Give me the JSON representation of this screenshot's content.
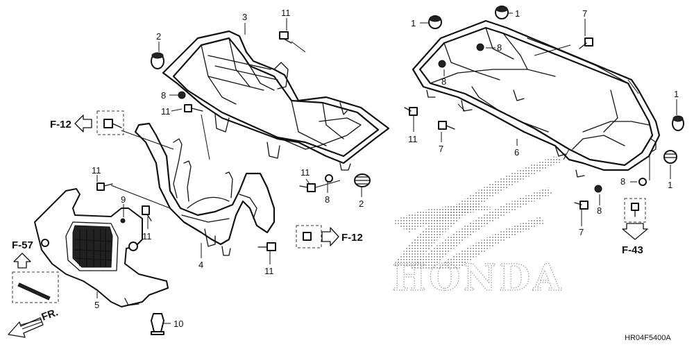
{
  "callouts": {
    "c_3": "3",
    "c_11_top": "11",
    "c_2_top": "2",
    "c_8_left": "8",
    "c_11_left": "11",
    "c_11_rail": "11",
    "c_11_bar": "11",
    "c_9": "9",
    "c_11_low": "11",
    "c_4": "4",
    "c_11_bottom": "11",
    "c_11_mid": "11",
    "c_8_mid": "8",
    "c_2_mid": "2",
    "c_11_rear": "11",
    "c_5": "5",
    "c_10": "10",
    "c_1_tl": "1",
    "c_1_top": "1",
    "c_7_top": "7",
    "c_8_r1": "8",
    "c_8_r2": "8",
    "c_1_right": "1",
    "c_7_side": "7",
    "c_6": "6",
    "c_8_r3": "8",
    "c_1_br": "1",
    "c_8_r4": "8",
    "c_7_bottom": "7"
  },
  "refs": {
    "f12_left": "F-12",
    "f12_right": "F-12",
    "f57": "F-57",
    "f43": "F-43",
    "front": "FR."
  },
  "diagram_code": "HR04F5400A",
  "logo_text": "HONDA"
}
